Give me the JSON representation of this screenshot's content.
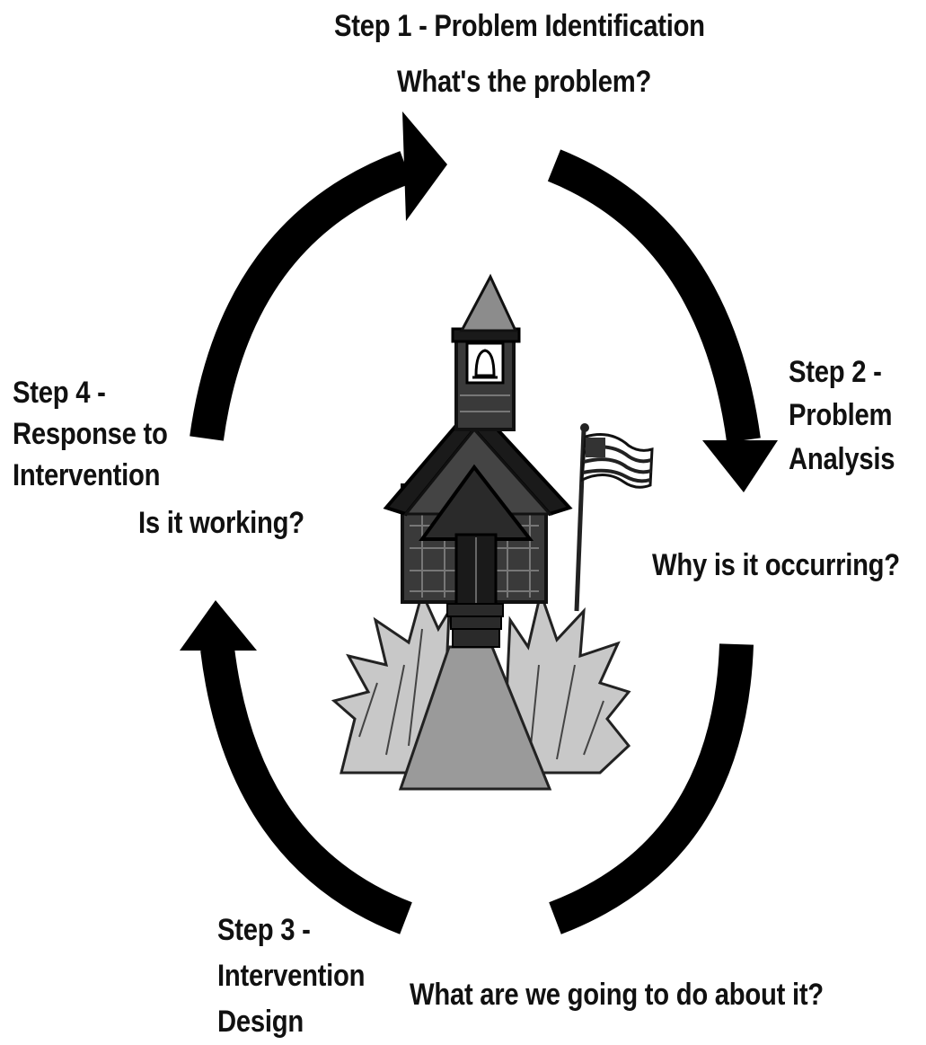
{
  "steps": [
    {
      "id": "step1",
      "title_lines": [
        "Step 1 - Problem Identification"
      ],
      "question": "What's the problem?"
    },
    {
      "id": "step2",
      "title_lines": [
        "Step 2 -",
        "Problem",
        "Analysis"
      ],
      "question": "Why is it occurring?"
    },
    {
      "id": "step3",
      "title_lines": [
        "Step 3 -",
        "Intervention",
        "Design"
      ],
      "question": "What are we going to do about it?"
    },
    {
      "id": "step4",
      "title_lines": [
        "Step 4 -",
        "Response to",
        "Intervention"
      ],
      "question": "Is it working?"
    }
  ],
  "colors": {
    "arrow": "#000000",
    "text": "#111111",
    "background": "#ffffff",
    "illustration_dark": "#2a2a2a",
    "illustration_mid": "#8c8c8c",
    "illustration_light": "#c8c8c8"
  },
  "illustration": {
    "name": "schoolhouse-with-flag-icon"
  }
}
